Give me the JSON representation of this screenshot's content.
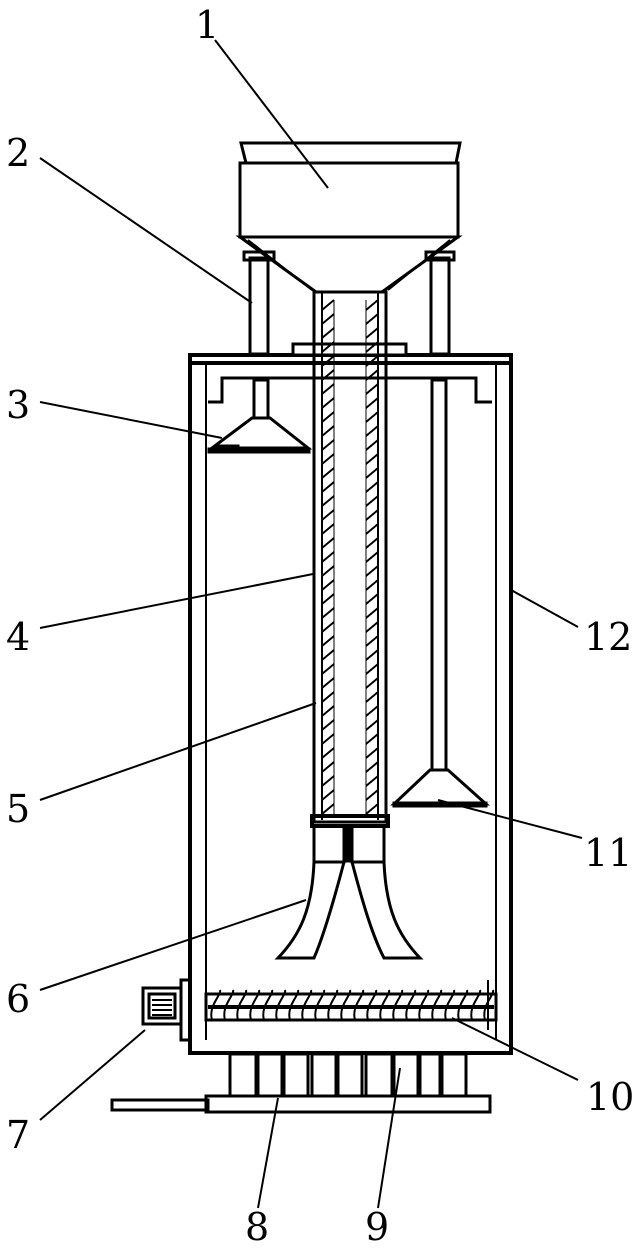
{
  "figure": {
    "labels": [
      {
        "id": "1",
        "text": "1"
      },
      {
        "id": "2",
        "text": "2"
      },
      {
        "id": "3",
        "text": "3"
      },
      {
        "id": "4",
        "text": "4"
      },
      {
        "id": "5",
        "text": "5"
      },
      {
        "id": "6",
        "text": "6"
      },
      {
        "id": "7",
        "text": "7"
      },
      {
        "id": "8",
        "text": "8"
      },
      {
        "id": "9",
        "text": "9"
      },
      {
        "id": "10",
        "text": "10"
      },
      {
        "id": "11",
        "text": "11"
      },
      {
        "id": "12",
        "text": "12"
      }
    ]
  }
}
